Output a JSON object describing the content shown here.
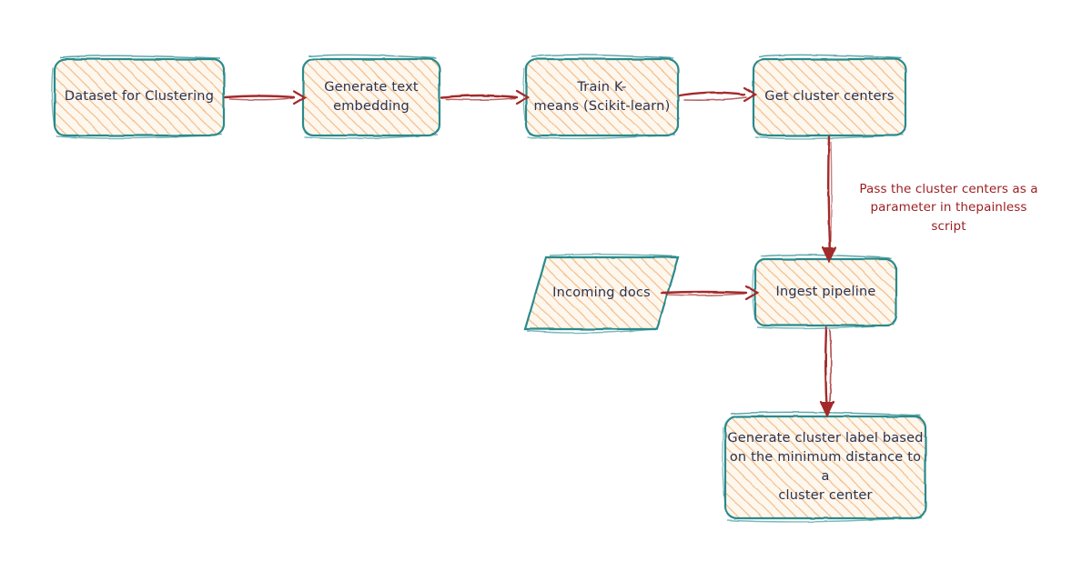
{
  "diagram": {
    "title": "Clustering ingest pipeline flowchart",
    "style": "hand-drawn sketch flowchart",
    "colors": {
      "background": "#ffffff",
      "node_border": "#2a8a8c",
      "node_fill": "#fdf6ec",
      "node_hatch": "#f0b781",
      "node_text": "#2b3252",
      "edge": "#a32b2b",
      "edge_label_text": "#9c1f22"
    },
    "nodes": [
      {
        "id": "dataset",
        "shape": "rounded-rectangle",
        "label": "Dataset for Clustering"
      },
      {
        "id": "embedding",
        "shape": "rounded-rectangle",
        "label": "Generate text\nembedding"
      },
      {
        "id": "kmeans",
        "shape": "rounded-rectangle",
        "label": "Train K-\nmeans (Scikit-learn)"
      },
      {
        "id": "centers",
        "shape": "rounded-rectangle",
        "label": "Get cluster centers"
      },
      {
        "id": "incoming",
        "shape": "parallelogram",
        "label": "Incoming docs"
      },
      {
        "id": "ingest",
        "shape": "rounded-rectangle",
        "label": "Ingest pipeline"
      },
      {
        "id": "clusterlabel",
        "shape": "rounded-rectangle",
        "label": "Generate cluster label based\non the minimum distance to a\ncluster center"
      }
    ],
    "edges": [
      {
        "id": "e1",
        "from": "dataset",
        "to": "embedding",
        "label": ""
      },
      {
        "id": "e2",
        "from": "embedding",
        "to": "kmeans",
        "label": ""
      },
      {
        "id": "e3",
        "from": "kmeans",
        "to": "centers",
        "label": ""
      },
      {
        "id": "e4",
        "from": "centers",
        "to": "ingest",
        "label": "Pass the cluster centers as a\nparameter in thepainless\nscript"
      },
      {
        "id": "e5",
        "from": "incoming",
        "to": "ingest",
        "label": ""
      },
      {
        "id": "e6",
        "from": "ingest",
        "to": "clusterlabel",
        "label": ""
      }
    ]
  }
}
